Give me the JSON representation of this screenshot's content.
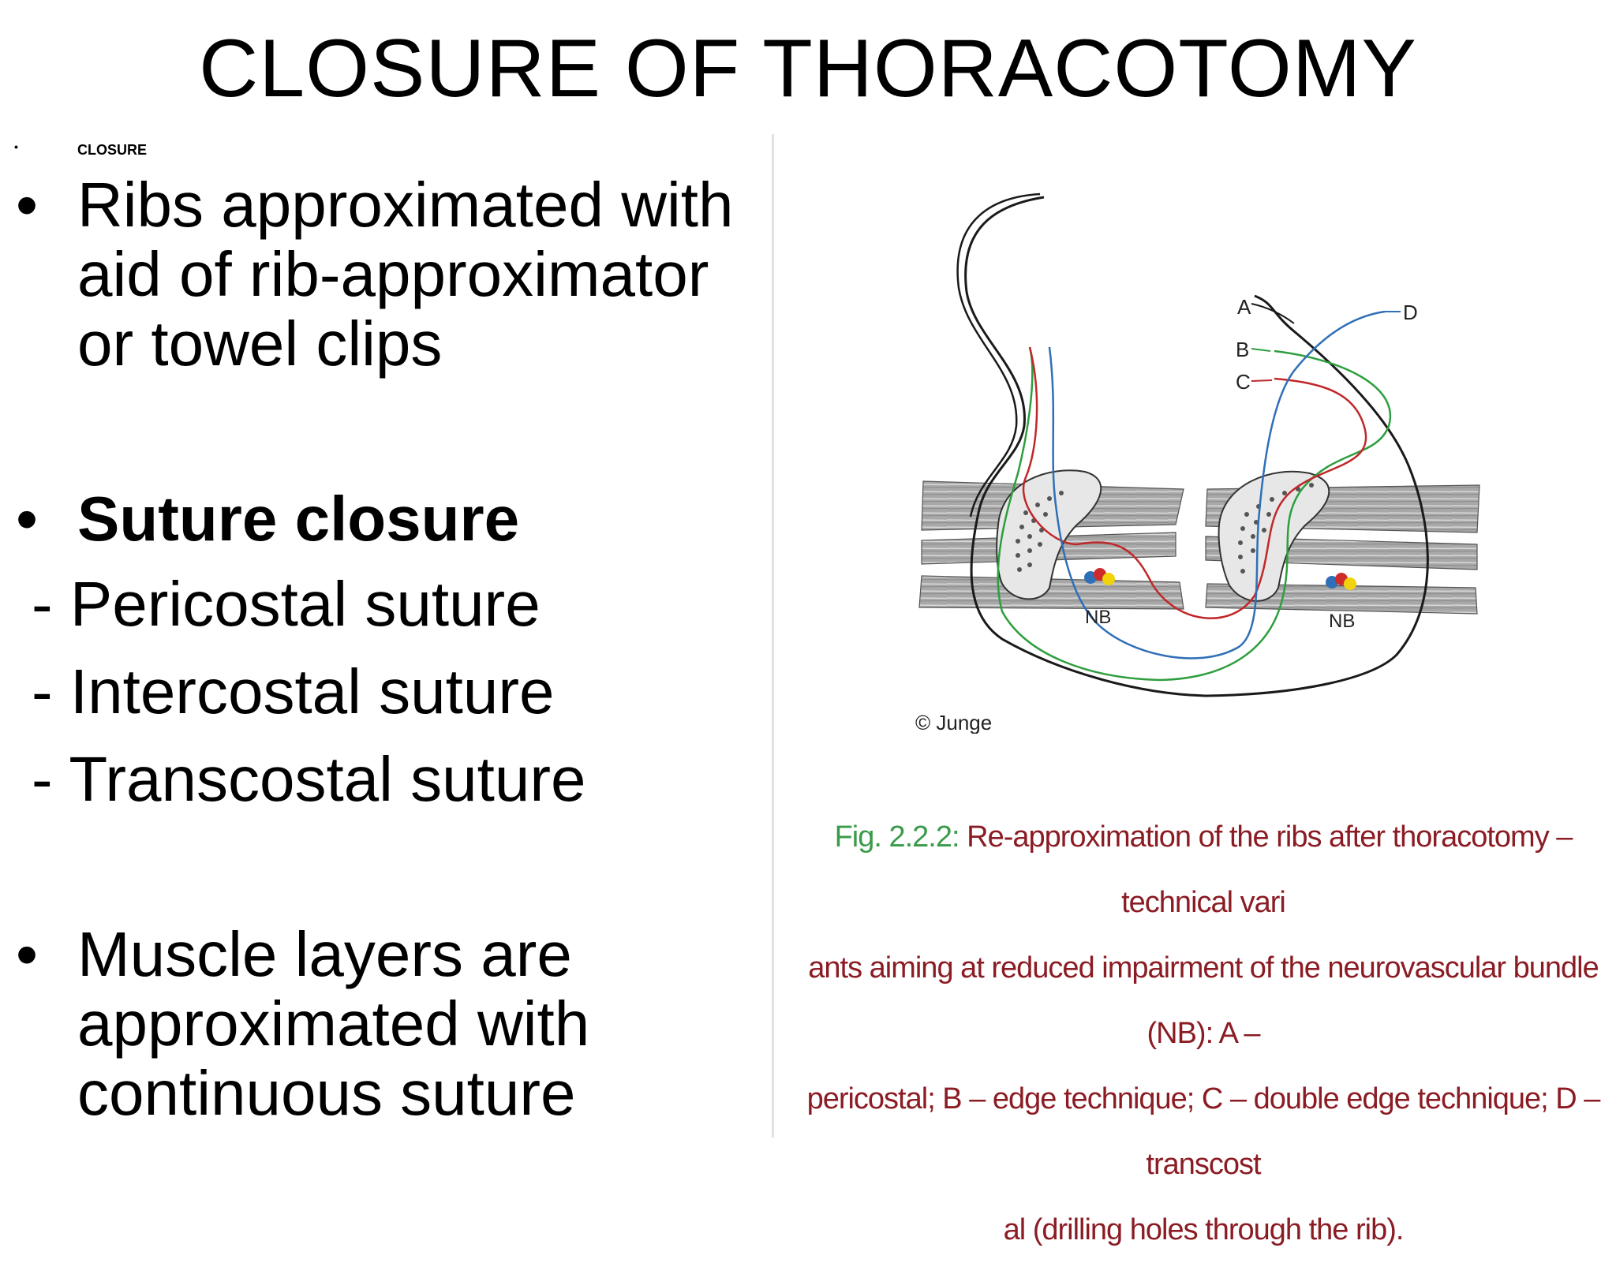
{
  "slide": {
    "title": "CLOSURE OF THORACOTOMY",
    "small_bullet": "CLOSURE",
    "bullet_symbol": "•",
    "bullet1_lines": [
      "Ribs approximated with",
      "aid of rib-approximator",
      "or towel clips"
    ],
    "bullet2_heading": "Suture closure",
    "sub_items": [
      "- Pericostal suture",
      "- Intercostal suture",
      "- Transcostal suture"
    ],
    "bullet3_lines": [
      "Muscle layers are",
      "approximated with",
      "continuous suture"
    ]
  },
  "figure": {
    "labels": {
      "a": "A",
      "b": "B",
      "c": "C",
      "d": "D",
      "nb_left": "NB",
      "nb_right": "NB"
    },
    "copyright": "© Junge",
    "colors": {
      "a": "#1a1a1a",
      "b": "#2e9e3e",
      "c": "#c0282a",
      "d": "#2f6fb7",
      "rib": "#9a9a9a",
      "bone": "#e7e7e7"
    }
  },
  "caption": {
    "fig_label": "Fig. 2.2.2:",
    "lines": [
      " Re-approximation of the ribs after thoracotomy – technical vari",
      "ants aiming at reduced impairment of the neurovascular bundle (NB): A –",
      "pericostal; B – edge technique; C – double edge technique; D – transcost",
      "al (drilling holes through the rib)."
    ]
  }
}
